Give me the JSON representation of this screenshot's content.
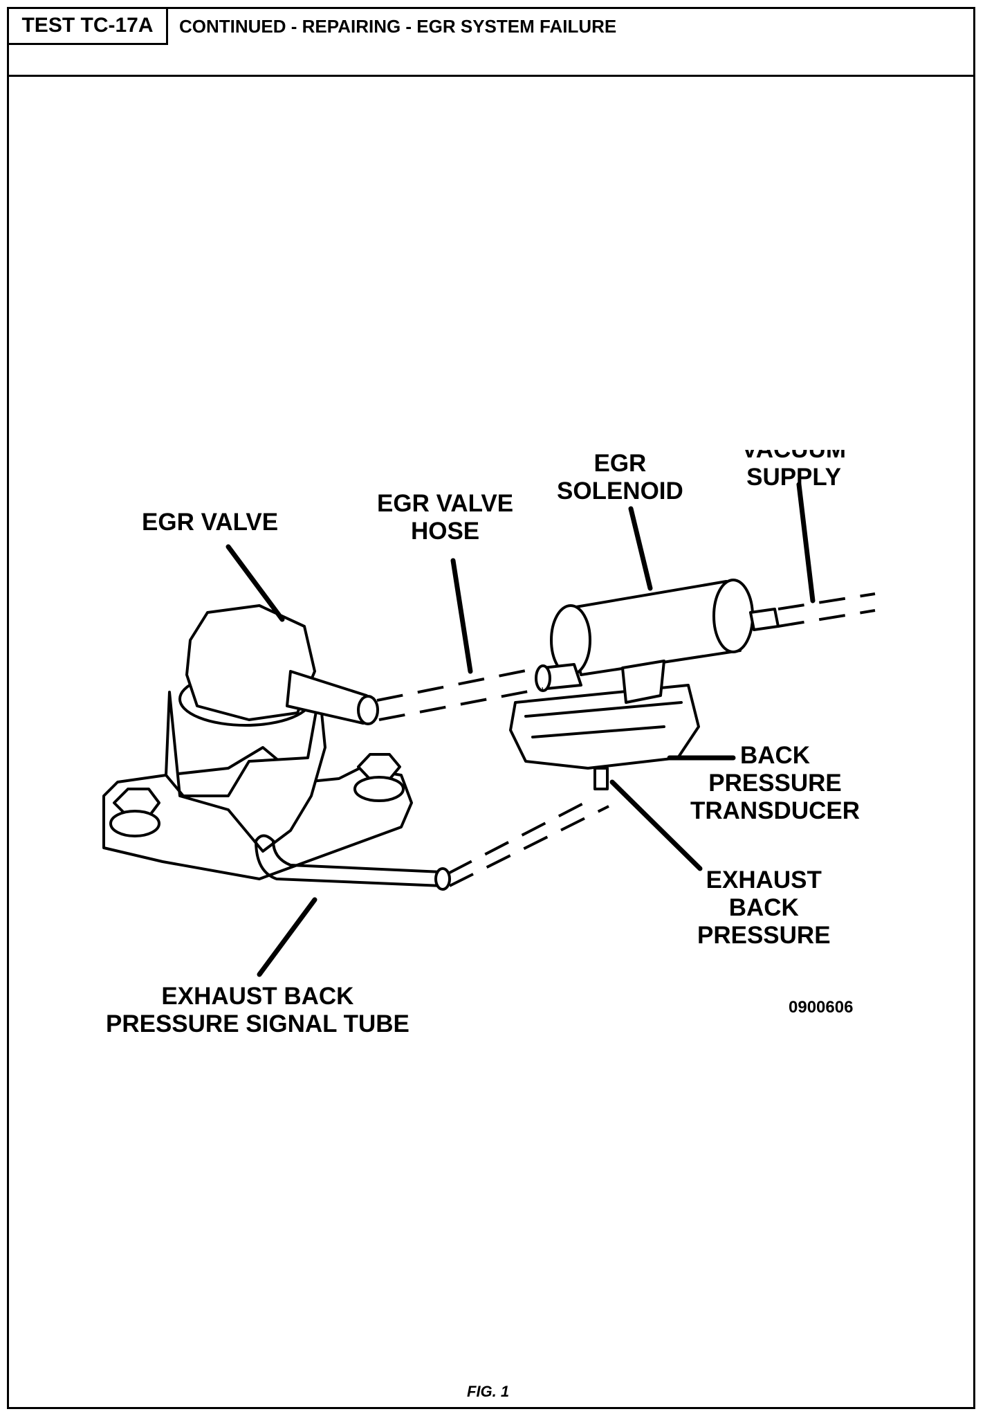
{
  "header": {
    "test_id": "TEST TC-17A",
    "title": "CONTINUED - REPAIRING - EGR SYSTEM FAILURE"
  },
  "labels": {
    "egr_valve": "EGR VALVE",
    "egr_valve_hose_1": "EGR VALVE",
    "egr_valve_hose_2": "HOSE",
    "egr_solenoid_1": "EGR",
    "egr_solenoid_2": "SOLENOID",
    "vacuum_supply_1": "VACUUM",
    "vacuum_supply_2": "SUPPLY",
    "back_pressure_1": "BACK",
    "back_pressure_2": "PRESSURE",
    "back_pressure_3": "TRANSDUCER",
    "exhaust_back_1": "EXHAUST",
    "exhaust_back_2": "BACK",
    "exhaust_back_3": "PRESSURE",
    "signal_tube_1": "EXHAUST BACK",
    "signal_tube_2": "PRESSURE SIGNAL TUBE"
  },
  "figure_code": "0900606",
  "figure_caption": "FIG. 1"
}
